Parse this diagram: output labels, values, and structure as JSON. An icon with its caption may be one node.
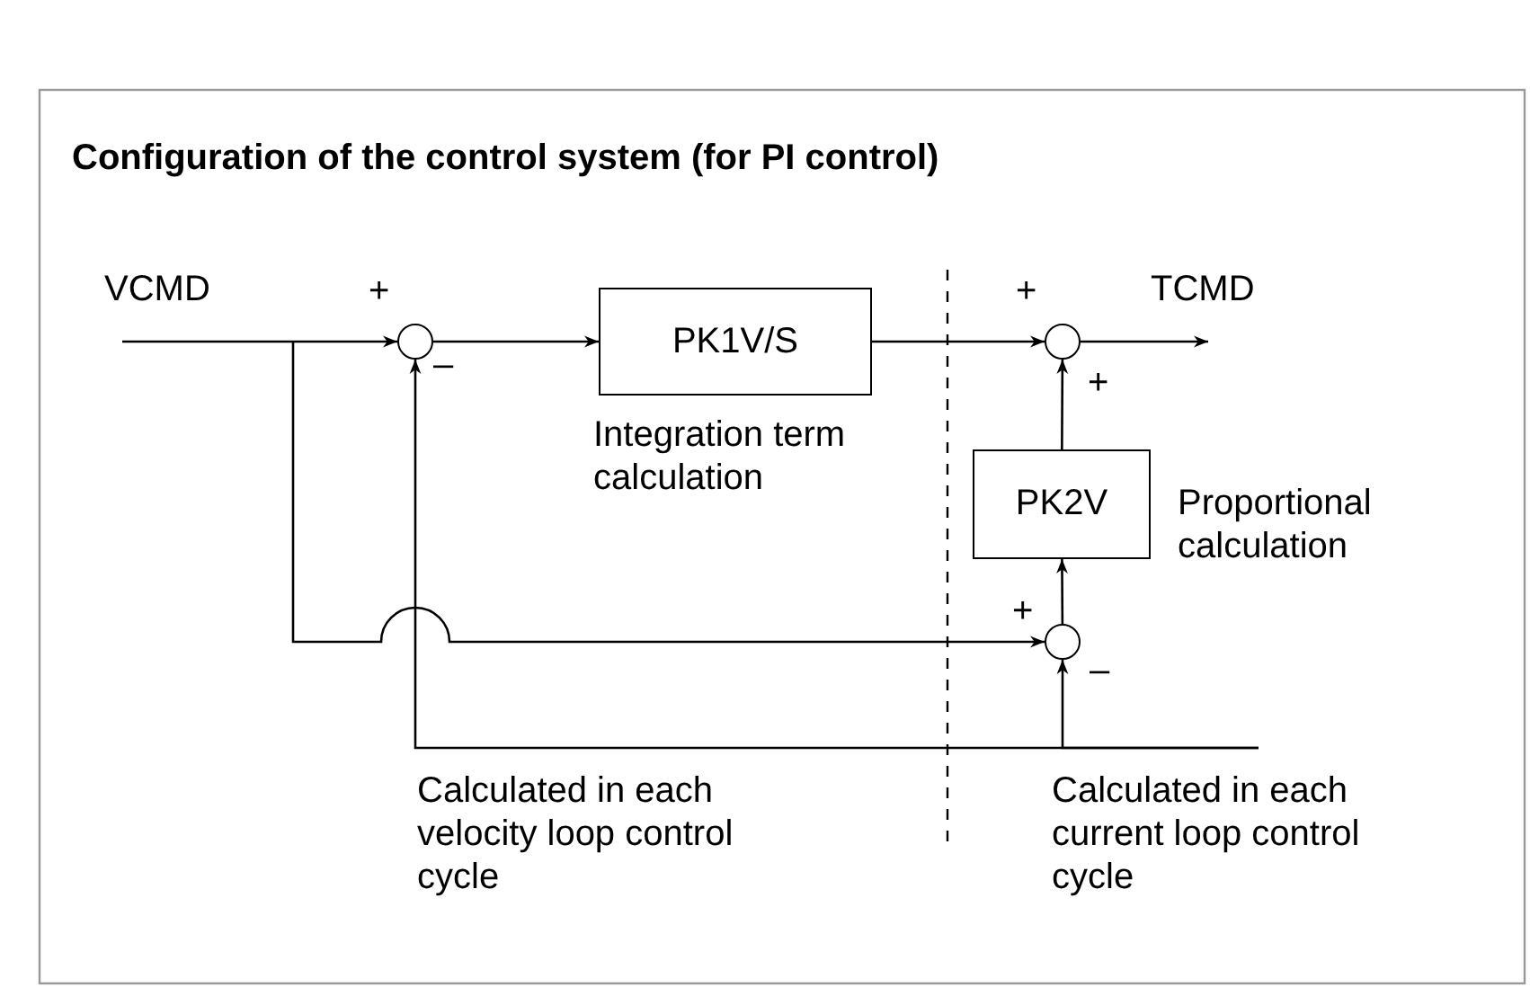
{
  "diagram": {
    "title": "Configuration of the control system (for PI control)",
    "nodes": [
      {
        "text": [],
        "shape": "circle"
      },
      {
        "text": [
          "PK1V/S"
        ],
        "beside": [
          "Integration term calculation"
        ]
      },
      {
        "text": [],
        "shape": "circle"
      },
      {
        "text": [
          "PK2V"
        ],
        "beside": [
          "Proportional calculation"
        ]
      },
      {
        "text": [],
        "shape": "circle"
      }
    ],
    "edges": [
      {
        "from": null,
        "to": 0,
        "arrow": "to"
      },
      {
        "from": 0,
        "to": 1,
        "arrow": "to"
      },
      {
        "from": 1,
        "to": 2,
        "arrow": "to"
      },
      {
        "from": 2,
        "to": null,
        "arrow": "to"
      },
      {
        "from": 3,
        "to": 2,
        "arrow": "to"
      },
      {
        "from": 4,
        "to": 3,
        "arrow": "to"
      },
      {
        "from": null,
        "to": 4,
        "arrow": "to"
      },
      {
        "from": null,
        "to": 0,
        "arrow": "to"
      },
      {
        "from": null,
        "to": 4,
        "arrow": "to"
      }
    ],
    "labels": [
      "VCMD",
      "+",
      "+",
      "TCMD",
      "–",
      "+",
      "+",
      "–",
      "Calculated in each velocity loop control cycle",
      "Calculated in each current loop control cycle"
    ]
  }
}
